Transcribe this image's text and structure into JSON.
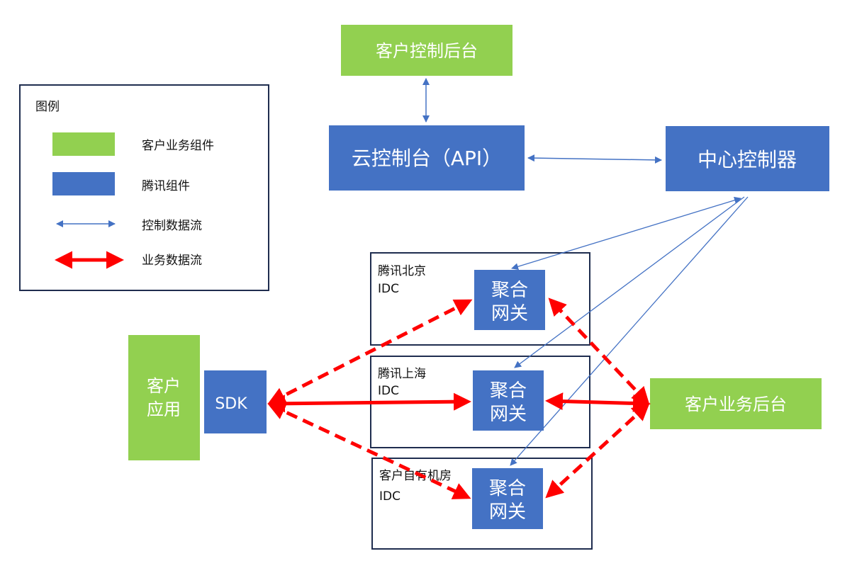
{
  "colors": {
    "customer": "#92d050",
    "tencent": "#4472c4",
    "control_flow": "#4472c4",
    "business_flow": "#ff0000",
    "border": "#1f2d4f"
  },
  "nodes": {
    "customer_console": "客户控制后台",
    "cloud_console": "云控制台（API）",
    "central_controller": "中心控制器",
    "customer_app_line1": "客户",
    "customer_app_line2": "应用",
    "sdk": "SDK",
    "customer_backend": "客户业务后台"
  },
  "idcs": [
    {
      "name": "腾讯北京",
      "sub": "IDC",
      "gateway_line1": "聚合",
      "gateway_line2": "网关"
    },
    {
      "name": "腾讯上海",
      "sub": "IDC",
      "gateway_line1": "聚合",
      "gateway_line2": "网关"
    },
    {
      "name": "客户自有机房",
      "sub": "IDC",
      "gateway_line1": "聚合",
      "gateway_line2": "网关"
    }
  ],
  "legend": {
    "title": "图例",
    "items": [
      {
        "label": "客户业务组件",
        "kind": "green-box"
      },
      {
        "label": "腾讯组件",
        "kind": "blue-box"
      },
      {
        "label": "控制数据流",
        "kind": "thin-blue-double-arrow"
      },
      {
        "label": "业务数据流",
        "kind": "thick-red-double-arrow"
      }
    ]
  }
}
